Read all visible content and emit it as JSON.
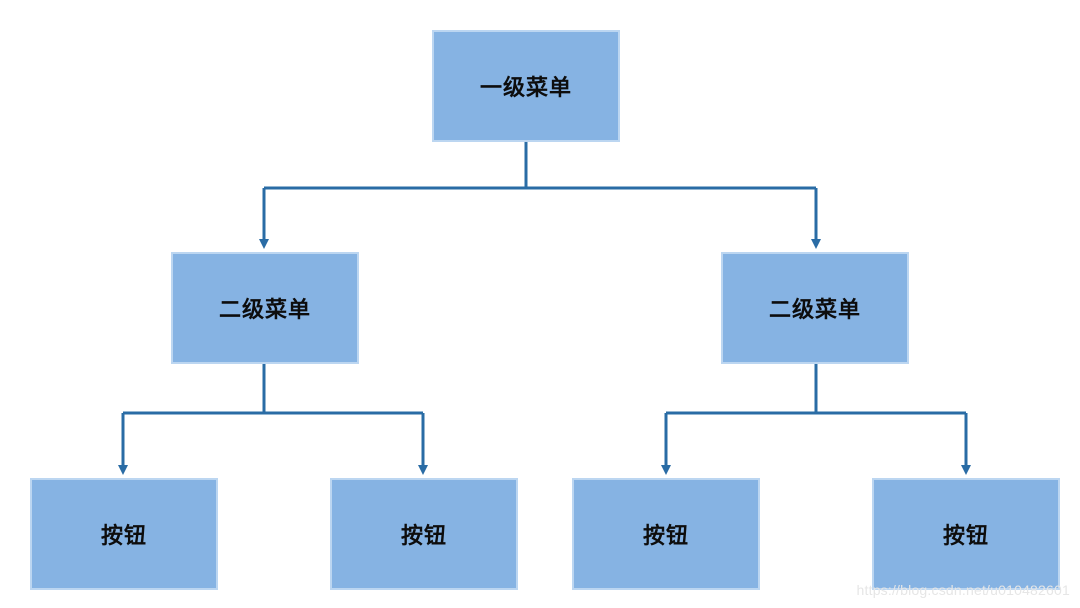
{
  "nodes": {
    "root": "一级菜单",
    "level2_left": "二级菜单",
    "level2_right": "二级菜单",
    "button_1": "按钮",
    "button_2": "按钮",
    "button_3": "按钮",
    "button_4": "按钮"
  },
  "watermark": "https://blog.csdn.net/u010482601",
  "colors": {
    "node_fill": "#86b3e3",
    "node_border": "#bcd6f1",
    "connector": "#2a6ca5",
    "text": "#0d0d0d"
  }
}
